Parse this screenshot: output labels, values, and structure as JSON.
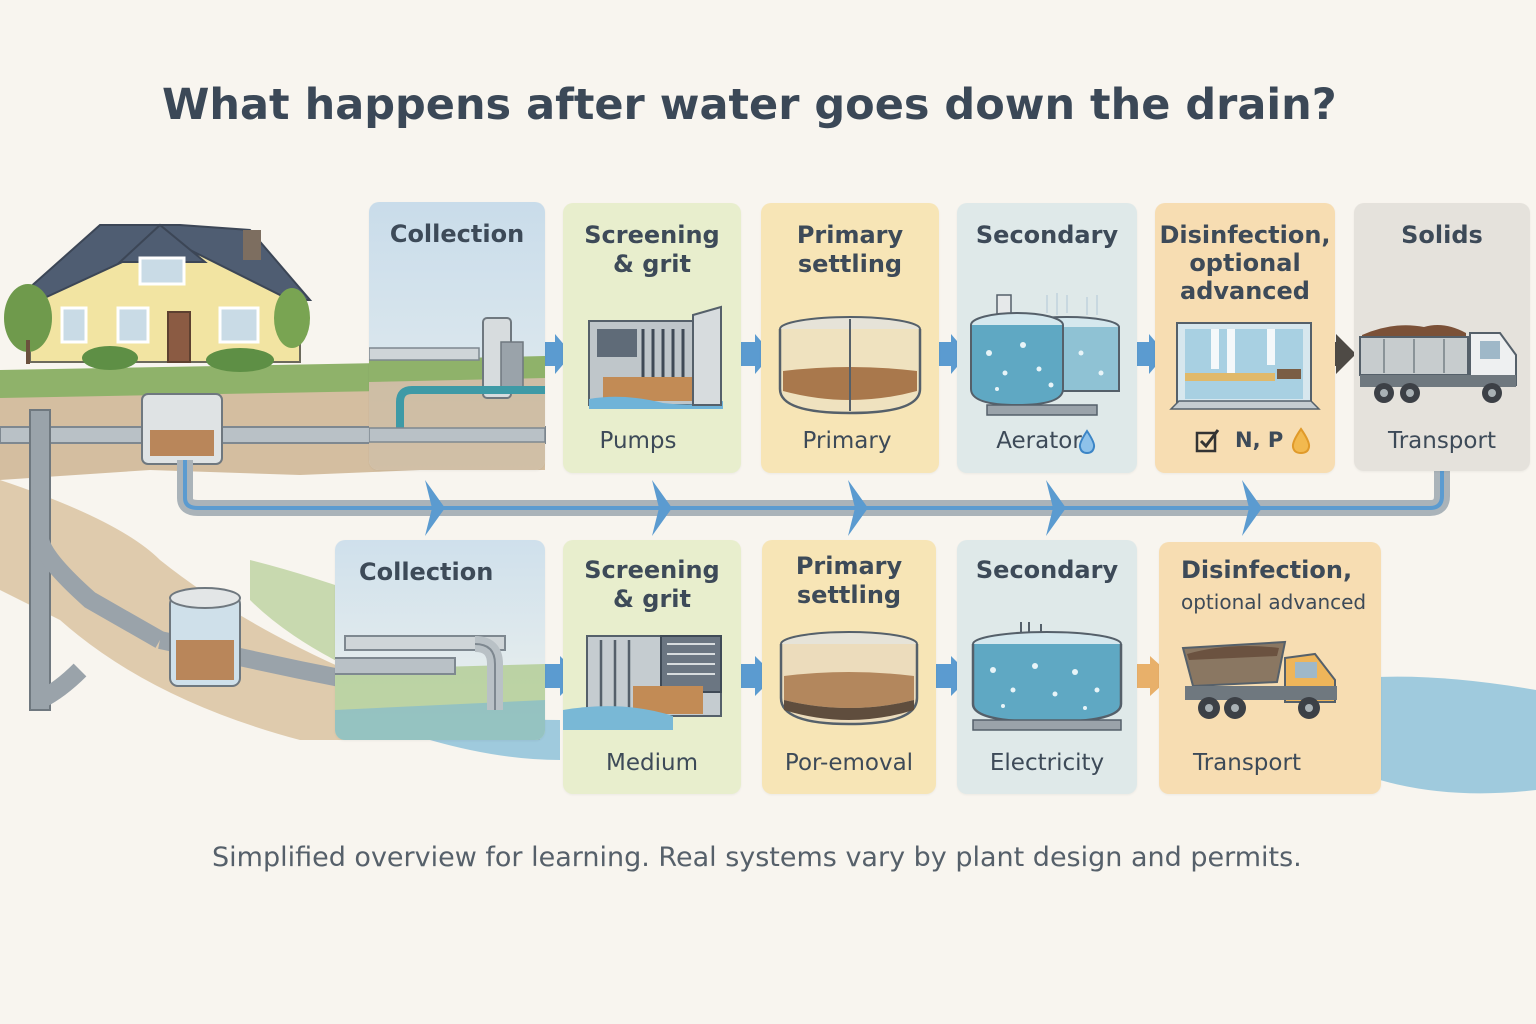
{
  "title": "What happens after water goes down the drain?",
  "footer": "Simplified overview for learning. Real systems vary by plant design and permits.",
  "top_row": [
    {
      "heading": "Collection",
      "sub": ""
    },
    {
      "heading": "Screening\n& grit",
      "sub": "Pumps"
    },
    {
      "heading": "Primary\nsettling",
      "sub": "Primary"
    },
    {
      "heading": "Secondary",
      "sub": "Aerator"
    },
    {
      "heading": "Disinfection,\noptional\nadvanced",
      "sub": "N, P"
    },
    {
      "heading": "Solids",
      "sub": "Transport"
    }
  ],
  "bottom_row": [
    {
      "heading": "Collection",
      "sub": ""
    },
    {
      "heading": "Screening\n& grit",
      "sub": "Medium"
    },
    {
      "heading": "Primary\nsettling",
      "sub": "Por-emoval"
    },
    {
      "heading": "Secondary",
      "sub": "Electricity"
    },
    {
      "heading": "Disinfection,",
      "heading2": "optional advanced",
      "sub": "Transport"
    }
  ],
  "icons": {
    "aerator": "water-drop-icon",
    "nutrients_check": "checkbox-icon",
    "nutrients_drop": "oil-drop-icon"
  },
  "colors": {
    "flow_arrow": "#5b9bd0",
    "solids_arrow": "#4e4a45",
    "effluent_arrow": "#e8b06a"
  }
}
